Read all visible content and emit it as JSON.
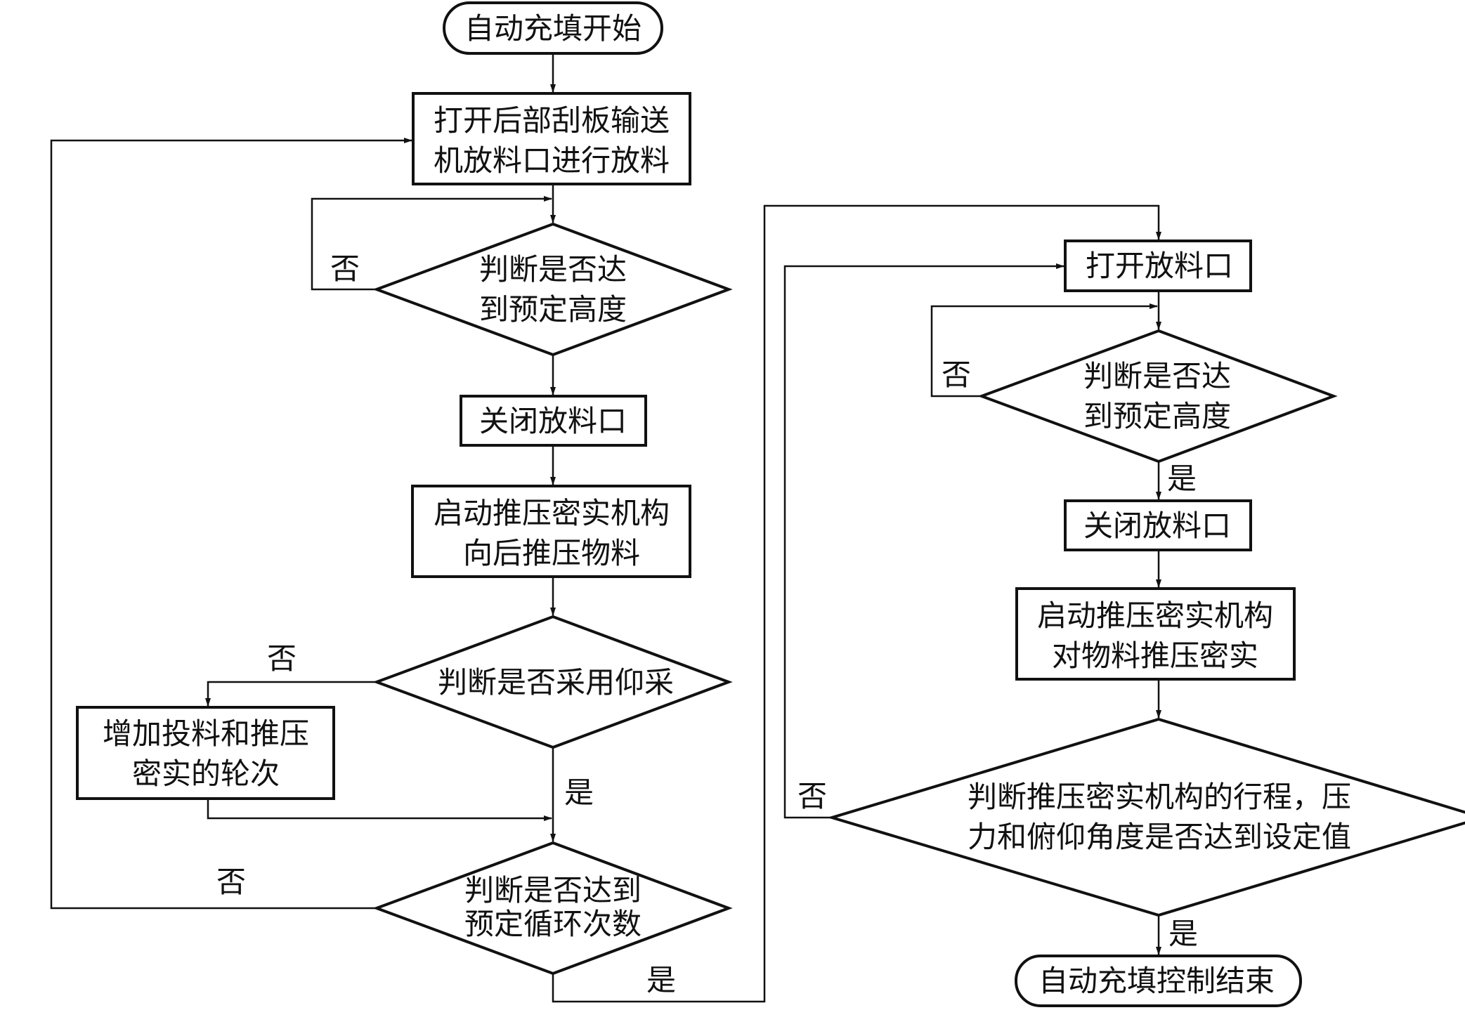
{
  "nodes": {
    "start": {
      "type": "terminal",
      "lines": [
        "自动充填开始"
      ]
    },
    "open_rear_conveyor": {
      "type": "process",
      "lines": [
        "打开后部刮板输送",
        "机放料口进行放料"
      ]
    },
    "check_height_1": {
      "type": "decision",
      "lines": [
        "判断是否达",
        "到预定高度"
      ]
    },
    "close_outlet_1": {
      "type": "process",
      "lines": [
        "关闭放料口"
      ]
    },
    "start_press_back": {
      "type": "process",
      "lines": [
        "启动推压密实机构",
        "向后推压物料"
      ]
    },
    "check_upward_mining": {
      "type": "decision",
      "lines": [
        "判断是否采用仰采"
      ]
    },
    "increase_rounds": {
      "type": "process",
      "lines": [
        "增加投料和推压",
        "密实的轮次"
      ]
    },
    "check_cycles": {
      "type": "decision",
      "lines": [
        "判断是否达到",
        "预定循环次数"
      ]
    },
    "open_outlet": {
      "type": "process",
      "lines": [
        "打开放料口"
      ]
    },
    "check_height_2": {
      "type": "decision",
      "lines": [
        "判断是否达",
        "到预定高度"
      ]
    },
    "close_outlet_2": {
      "type": "process",
      "lines": [
        "关闭放料口"
      ]
    },
    "start_press_compact": {
      "type": "process",
      "lines": [
        "启动推压密实机构",
        "对物料推压密实"
      ]
    },
    "check_setpoints": {
      "type": "decision",
      "lines": [
        "判断推压密实机构的行程，压",
        "力和俯仰角度是否达到设定值"
      ]
    },
    "end": {
      "type": "terminal",
      "lines": [
        "自动充填控制结束"
      ]
    }
  },
  "edge_labels": {
    "no": "否",
    "yes": "是"
  },
  "edges": [
    {
      "from": "start",
      "to": "open_rear_conveyor",
      "label": ""
    },
    {
      "from": "open_rear_conveyor",
      "to": "check_height_1",
      "label": ""
    },
    {
      "from": "check_height_1",
      "to": "check_height_1",
      "label": "否"
    },
    {
      "from": "check_height_1",
      "to": "close_outlet_1",
      "label": ""
    },
    {
      "from": "close_outlet_1",
      "to": "start_press_back",
      "label": ""
    },
    {
      "from": "start_press_back",
      "to": "check_upward_mining",
      "label": ""
    },
    {
      "from": "check_upward_mining",
      "to": "increase_rounds",
      "label": "否"
    },
    {
      "from": "check_upward_mining",
      "to": "check_cycles",
      "label": "是"
    },
    {
      "from": "increase_rounds",
      "to": "check_cycles",
      "label": ""
    },
    {
      "from": "check_cycles",
      "to": "open_rear_conveyor",
      "label": "否"
    },
    {
      "from": "check_cycles",
      "to": "open_outlet",
      "label": "是"
    },
    {
      "from": "open_outlet",
      "to": "check_height_2",
      "label": ""
    },
    {
      "from": "check_height_2",
      "to": "check_height_2",
      "label": "否"
    },
    {
      "from": "check_height_2",
      "to": "close_outlet_2",
      "label": "是"
    },
    {
      "from": "close_outlet_2",
      "to": "start_press_compact",
      "label": ""
    },
    {
      "from": "start_press_compact",
      "to": "check_setpoints",
      "label": ""
    },
    {
      "from": "check_setpoints",
      "to": "open_outlet",
      "label": "否"
    },
    {
      "from": "check_setpoints",
      "to": "end",
      "label": "是"
    }
  ]
}
